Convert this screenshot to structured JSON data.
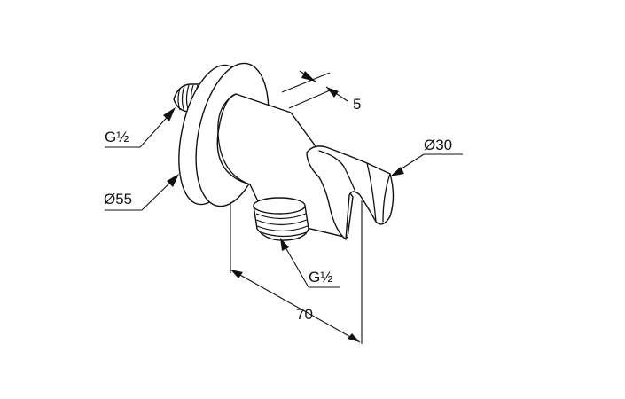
{
  "diagram": {
    "labels": {
      "thread_inlet": "G½",
      "flange_diameter": "Ø55",
      "wall_gap": "5",
      "holder_diameter": "Ø30",
      "thread_outlet": "G½",
      "depth": "70"
    }
  }
}
